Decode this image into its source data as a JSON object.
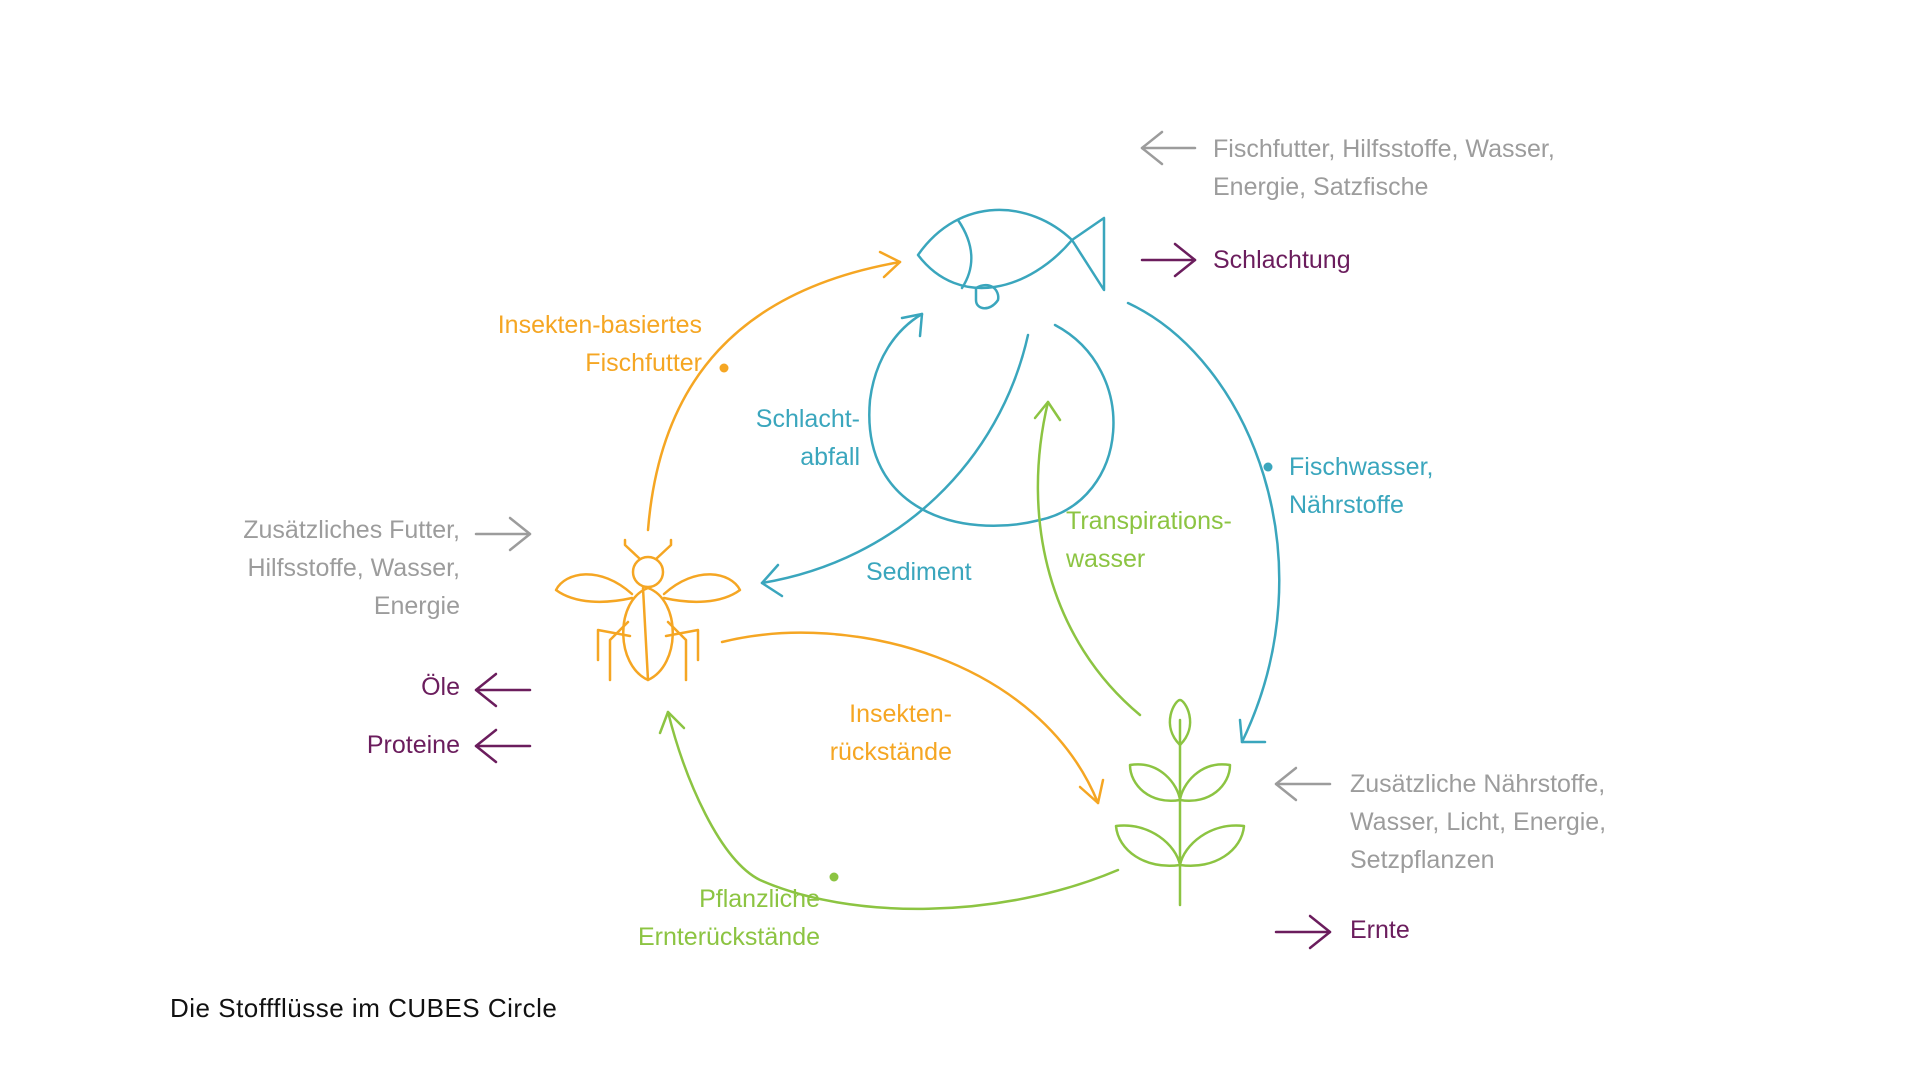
{
  "caption": "Die Stoffflüsse im CUBES Circle",
  "colors": {
    "orange": "#f5a623",
    "teal": "#3aa6bd",
    "green": "#8cc442",
    "purple": "#6b1d5d",
    "gray": "#9c9c9c"
  },
  "nodes": {
    "fish": {
      "icon": "fish-icon"
    },
    "insect": {
      "icon": "insect-icon"
    },
    "plant": {
      "icon": "plant-icon"
    }
  },
  "fish_inputs": {
    "line1": "Fischfutter, Hilfsstoffe, Wasser,",
    "line2": "Energie, Satzfische"
  },
  "fish_output": "Schlachtung",
  "insect_inputs": {
    "line1": "Zusätzliches Futter,",
    "line2": "Hilfsstoffe, Wasser,",
    "line3": "Energie"
  },
  "insect_outputs": [
    "Öle",
    "Proteine"
  ],
  "plant_inputs": {
    "line1": "Zusätzliche Nährstoffe,",
    "line2": "Wasser, Licht, Energie,",
    "line3": "Setzpflanzen"
  },
  "plant_output": "Ernte",
  "flows": {
    "insect_to_fish": {
      "line1": "Insekten-basiertes",
      "line2": "Fischfutter"
    },
    "fish_to_plant": {
      "line1": "Fischwasser,",
      "line2": "Nährstoffe"
    },
    "slaughter_waste": {
      "line1": "Schlacht-",
      "line2": "abfall"
    },
    "sediment": "Sediment",
    "transpiration": {
      "line1": "Transpirations-",
      "line2": "wasser"
    },
    "insect_residues": {
      "line1": "Insekten-",
      "line2": "rückstände"
    },
    "plant_residues": {
      "line1": "Pflanzliche",
      "line2": "Ernterückstände"
    }
  }
}
